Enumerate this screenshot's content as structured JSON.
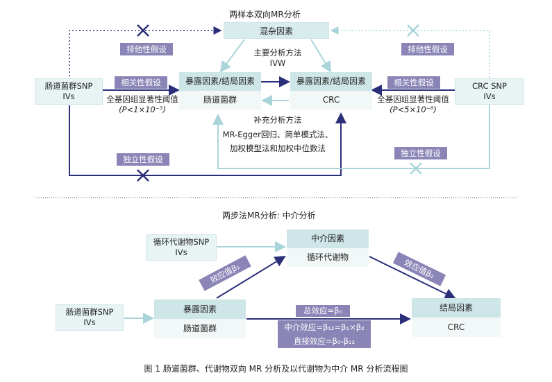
{
  "top": {
    "title": "两样本双向MR分析",
    "confounder": "混杂因素",
    "left_iv": {
      "line1": "肠道菌群SNP",
      "line2": "IVs"
    },
    "right_iv": {
      "line1": "CRC SNP",
      "line2": "IVs"
    },
    "exposure_left": {
      "head": "暴露因素/结局因素",
      "sub": "肠道菌群"
    },
    "exposure_right": {
      "head": "暴露因素/结局因素",
      "sub": "CRC"
    },
    "exclusion_left": "排他性假设",
    "exclusion_right": "排他性假设",
    "relevance_left": "相关性假设",
    "relevance_right": "相关性假设",
    "independence_left": "独立性假设",
    "independence_right": "独立性假设",
    "threshold_left_label": "全基因组显著性阈值",
    "threshold_left_value": "(P<1×10⁻⁵)",
    "threshold_right_label": "全基因组显著性阈值",
    "threshold_right_value": "(P<5×10⁻⁸)",
    "main_method_label": "主要分析方法",
    "main_method": "IVW",
    "supp_method_label": "补充分析方法",
    "supp_method_line1": "MR-Egger回归、简单模式法、",
    "supp_method_line2": "加权模型法和加权中位数法"
  },
  "bottom": {
    "title": "两步法MR分析: 中介分析",
    "metabolite_iv": {
      "line1": "循环代谢物SNP",
      "line2": "IVs"
    },
    "gut_iv": {
      "line1": "肠道菌群SNP",
      "line2": "IVs"
    },
    "mediator": {
      "head": "中介因素",
      "sub": "循环代谢物"
    },
    "exposure": {
      "head": "暴露因素",
      "sub": "肠道菌群"
    },
    "outcome": {
      "head": "结局因素",
      "sub": "CRC"
    },
    "effect_beta1": "效应值β₁",
    "effect_beta2": "效应值β₂",
    "total_effect": "总效应=β₀",
    "mediation_effect": "中介效应=β₁₂=β₁×β₂",
    "direct_effect": "直接效应=β₀-β₁₂"
  },
  "caption": "图 1    肠道菌群、代谢物双向 MR 分析及以代谢物为中介 MR 分析流程图",
  "colors": {
    "navy": "#2b2f7a",
    "teal": "#a9d5da",
    "purple": "#8a85b6",
    "box": "#d8ecee"
  }
}
